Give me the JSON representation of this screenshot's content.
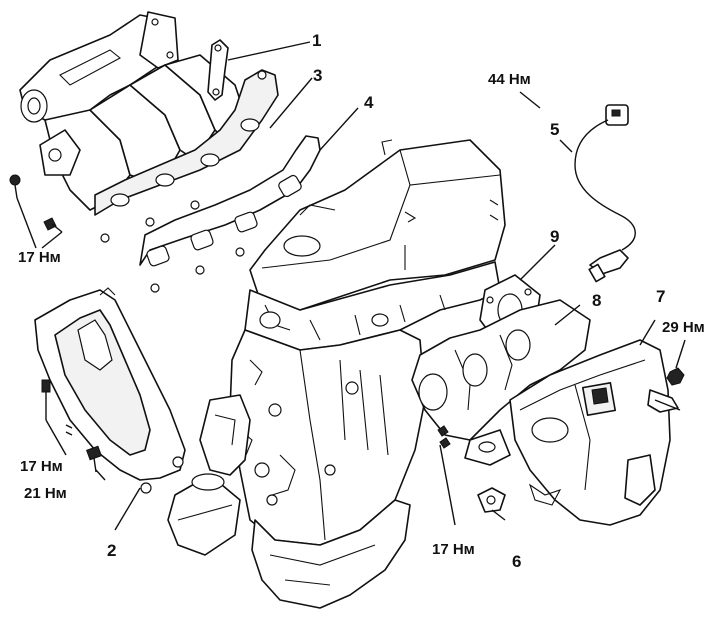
{
  "labels": {
    "part_1": "1",
    "part_2": "2",
    "part_3": "3",
    "part_4": "4",
    "part_5": "5",
    "part_6": "6",
    "part_7": "7",
    "part_8": "8",
    "part_9": "9"
  },
  "torques": {
    "sensor_torque": "44 Нм",
    "intake_bolts_torque": "17 Нм",
    "shield_bolt_torque_a": "17 Нм",
    "shield_bolt_torque_b": "21 Нм",
    "exhaust_nut_torque": "17 Нм",
    "heat_shield_torque": "29 Нм"
  }
}
